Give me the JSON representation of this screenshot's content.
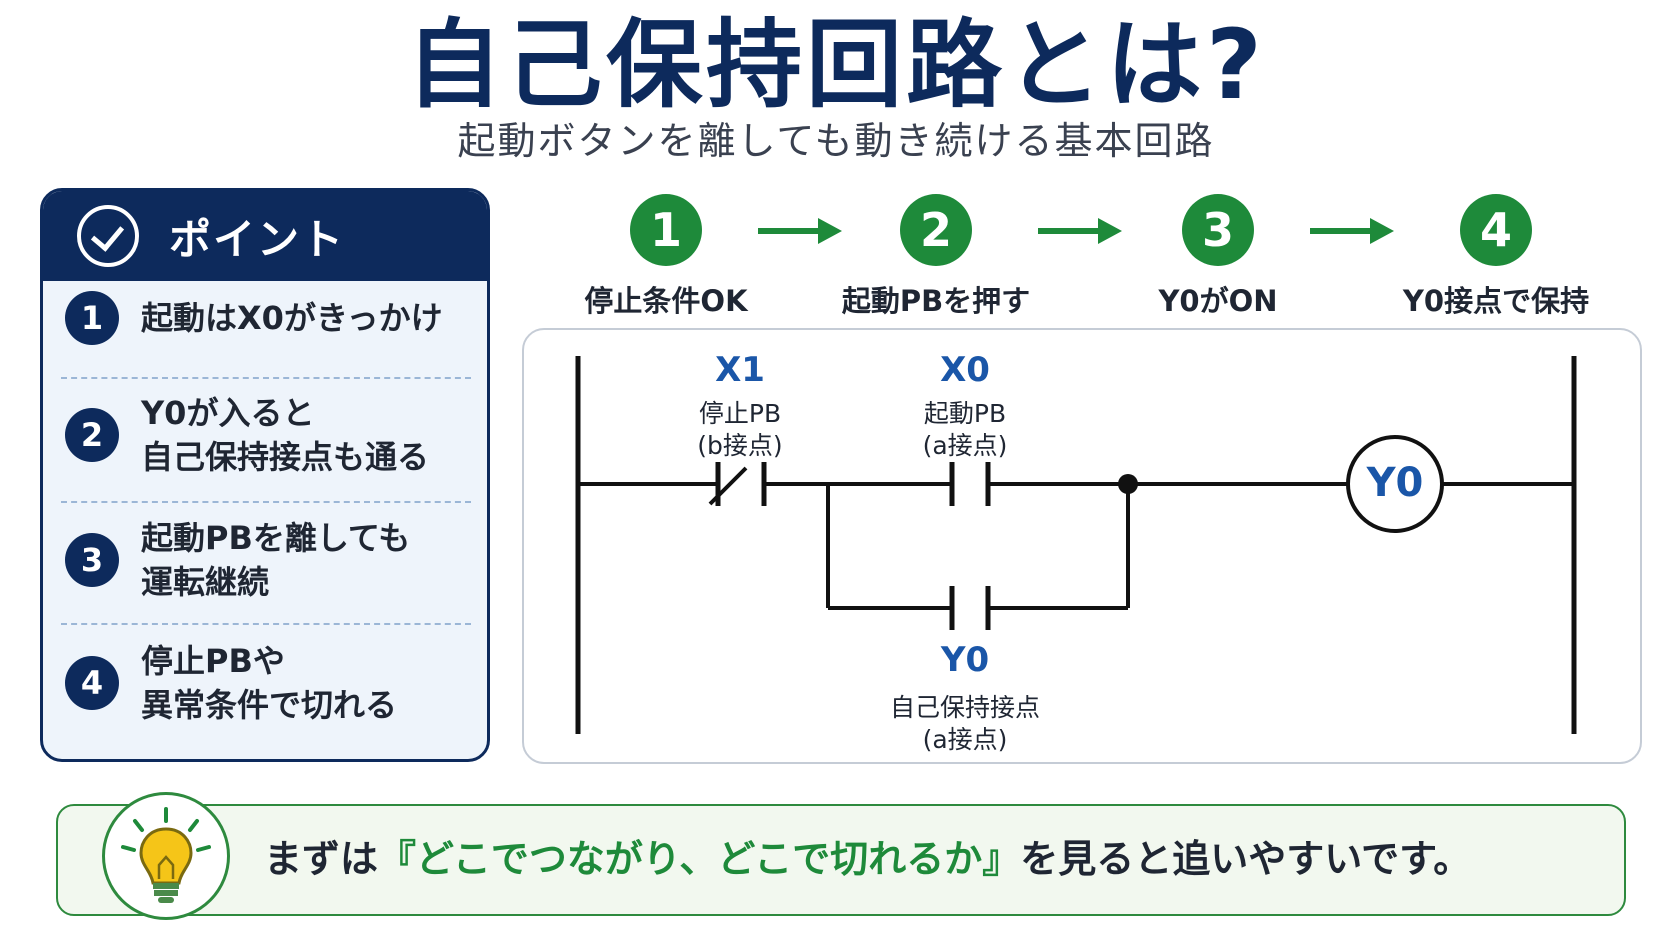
{
  "title": "自己保持回路とは?",
  "subtitle": "起動ボタンを離しても動き続ける基本回路",
  "points": {
    "title": "ポイント",
    "items": [
      {
        "num": "1",
        "lines": [
          "起動はX0がきっかけ"
        ]
      },
      {
        "num": "2",
        "lines": [
          "Y0が入ると",
          "自己保持接点も通る"
        ]
      },
      {
        "num": "3",
        "lines": [
          "起動PBを離しても",
          "運転継続"
        ]
      },
      {
        "num": "4",
        "lines": [
          "停止PBや",
          "異常条件で切れる"
        ]
      }
    ]
  },
  "steps": [
    {
      "num": "1",
      "label": "停止条件OK"
    },
    {
      "num": "2",
      "label": "起動PBを押す"
    },
    {
      "num": "3",
      "label": "Y0がON"
    },
    {
      "num": "4",
      "label": "Y0接点で保持"
    }
  ],
  "ladder": {
    "x1": {
      "address": "X1",
      "name": "停止PB",
      "type": "(b接点)"
    },
    "x0": {
      "address": "X0",
      "name": "起動PB",
      "type": "(a接点)"
    },
    "y0_contact": {
      "address": "Y0",
      "name": "自己保持接点",
      "type": "(a接点)"
    },
    "coil": {
      "address": "Y0"
    }
  },
  "colors": {
    "navy": "#0d2a5c",
    "green": "#1e8a3a",
    "blue_label": "#1a56a8",
    "bulb": "#f5c518"
  },
  "tip": {
    "before": "まずは",
    "highlight": "『どこでつながり、どこで切れるか』",
    "after": "を見ると追いやすいです。"
  }
}
